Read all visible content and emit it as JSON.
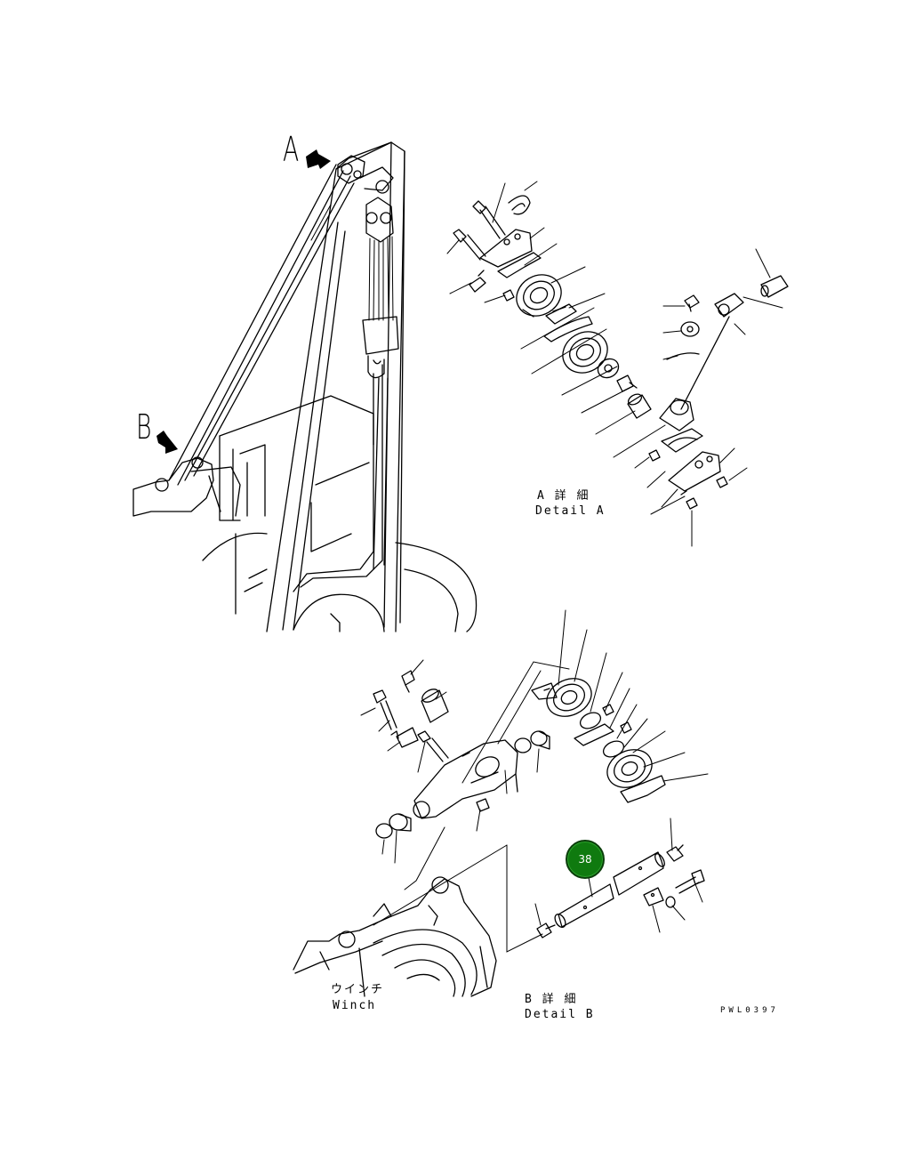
{
  "labels": {
    "view_a": "A",
    "view_b": "B",
    "detail_a_jp": "A 詳 細",
    "detail_a_en": "Detail A",
    "detail_b_jp": "B 詳 細",
    "detail_b_en": "Detail B",
    "winch_jp": "ウインチ",
    "winch_en": "Winch",
    "drawing_code": "PWL0397"
  },
  "callout": {
    "number": "38",
    "color": "#0f7a0f"
  },
  "icons": {
    "arrow_a": "arrow-icon",
    "arrow_b": "arrow-icon"
  }
}
